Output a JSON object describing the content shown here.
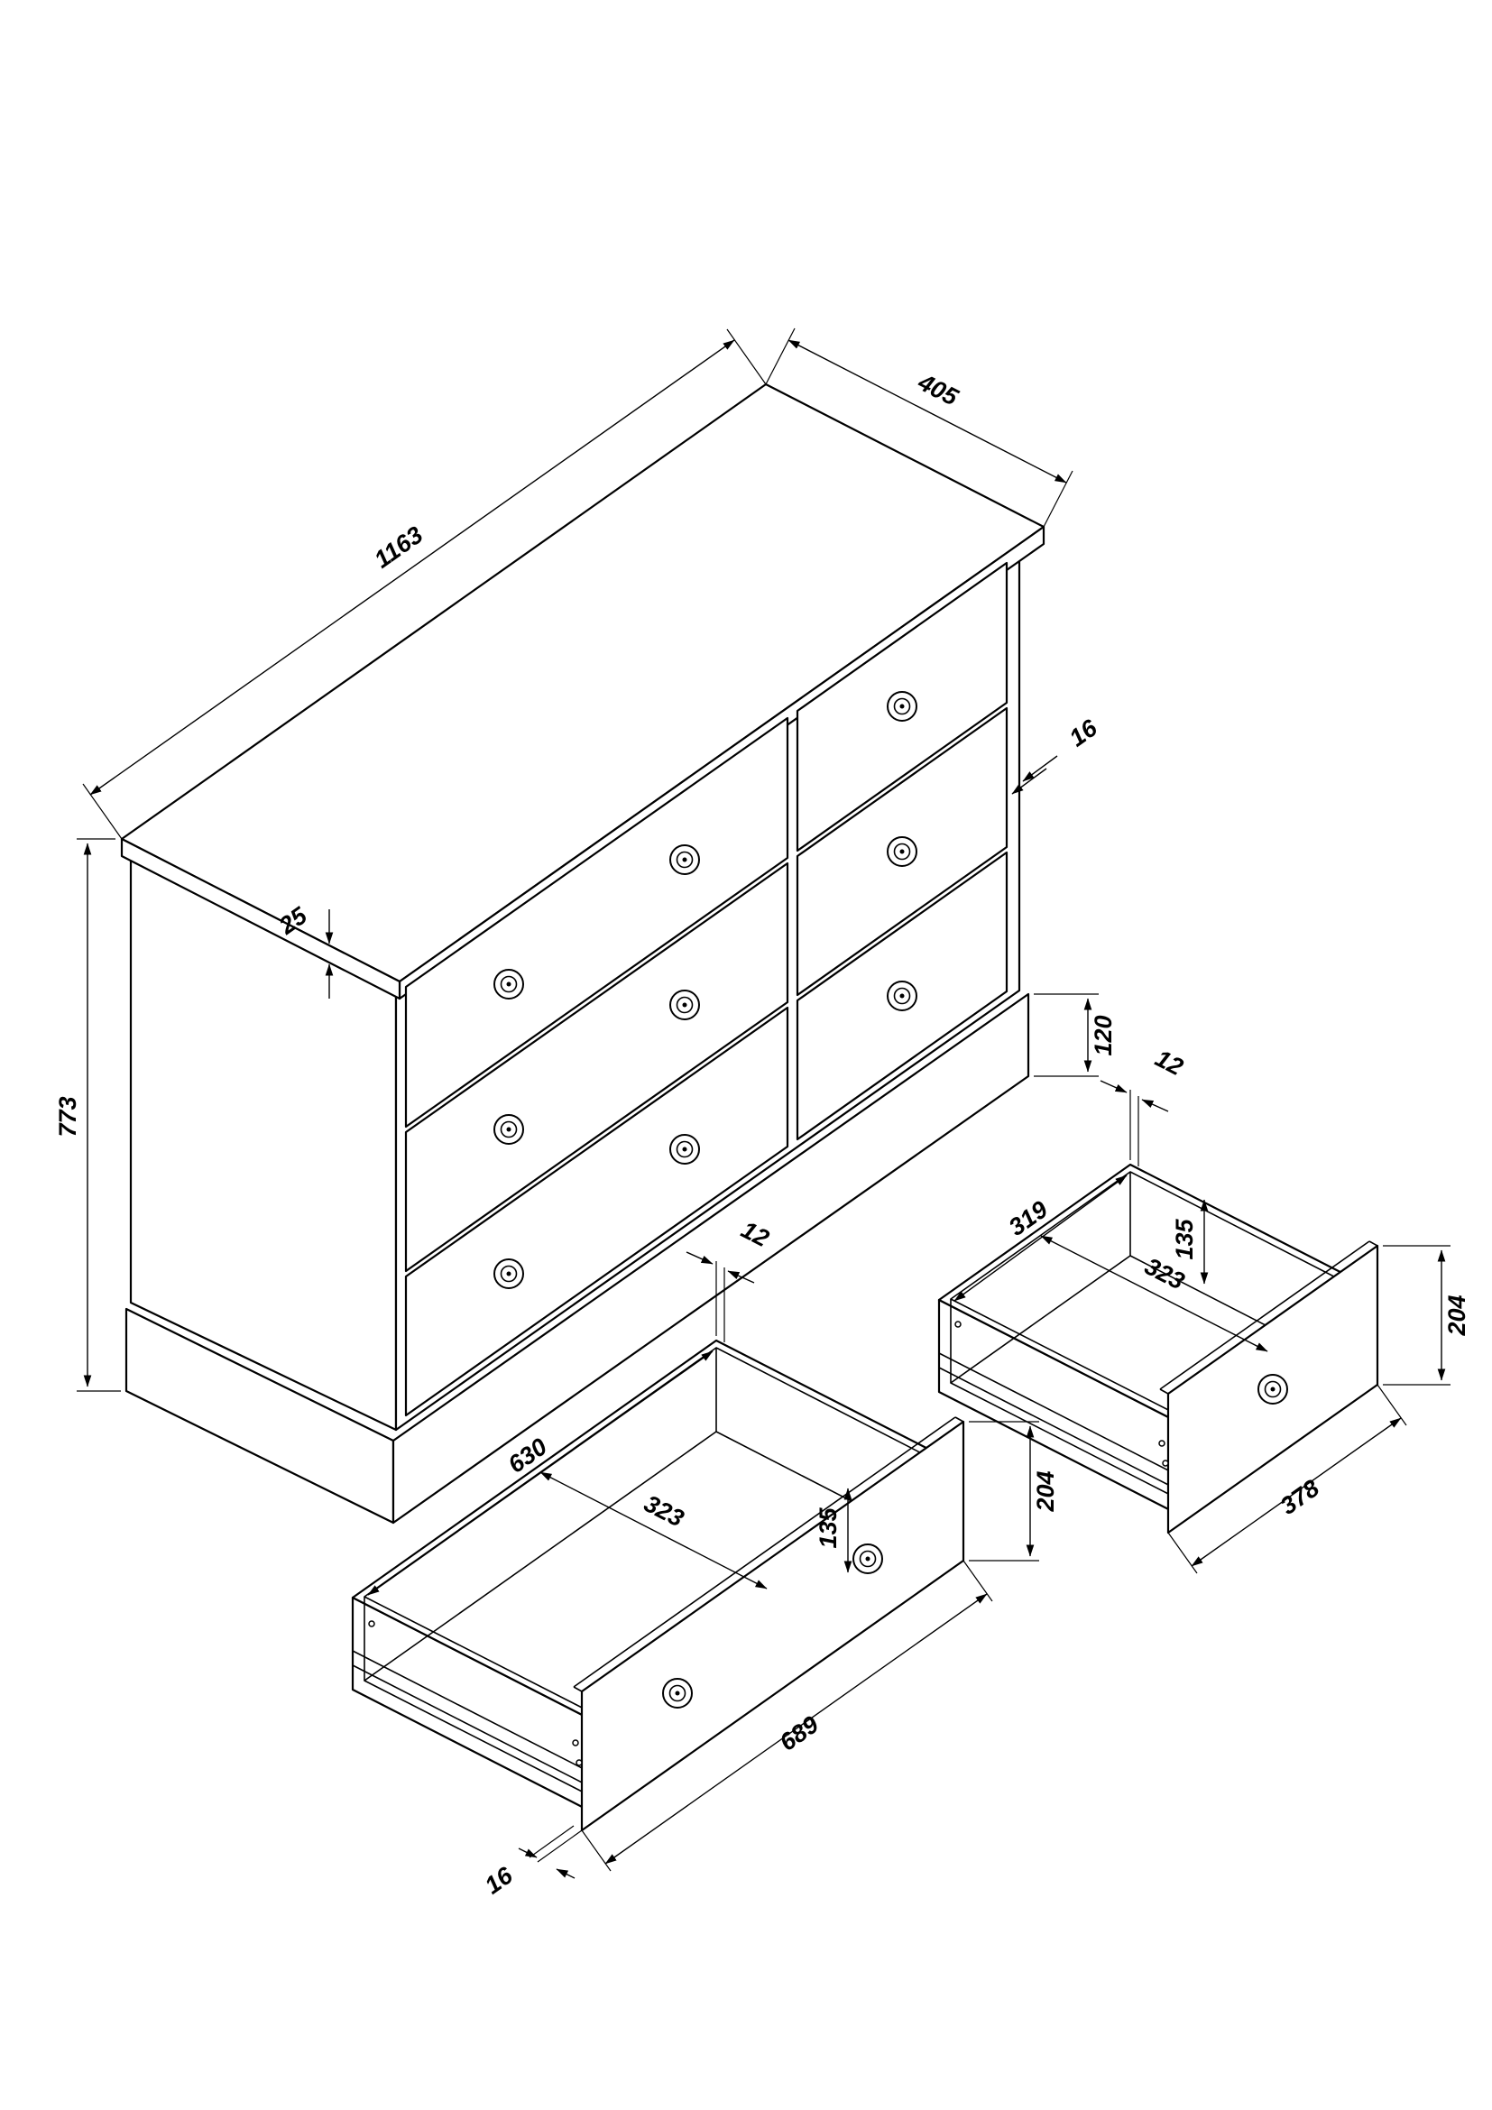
{
  "drawing": {
    "subject": "six-drawer-chest-technical-drawing"
  },
  "dims": {
    "overall": {
      "width": "1163",
      "depth": "405",
      "height": "773",
      "top_thickness": "25",
      "panel_thickness": "16",
      "plinth_height": "120"
    },
    "small_drawer": {
      "box_thickness": "12",
      "interior_width": "319",
      "interior_depth": "323",
      "interior_height": "135",
      "front_height": "204",
      "front_width": "378"
    },
    "large_drawer": {
      "box_thickness": "12",
      "interior_width": "630",
      "interior_depth": "323",
      "interior_height": "135",
      "front_height": "204",
      "front_width": "689",
      "front_thickness": "16"
    }
  }
}
